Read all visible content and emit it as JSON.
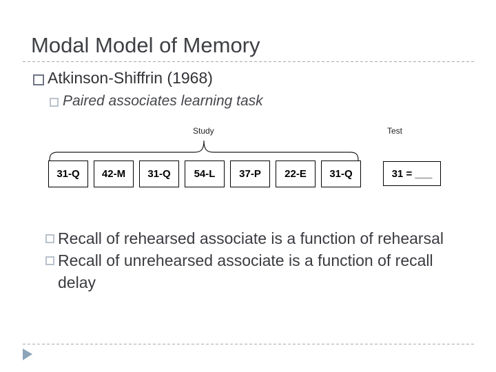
{
  "title": "Modal Model of Memory",
  "bullets": {
    "level1": "Atkinson-Shiffrin (1968)",
    "level2": "Paired associates learning task"
  },
  "diagram": {
    "study_label": "Study",
    "test_label": "Test",
    "study_items": [
      "31-Q",
      "42-M",
      "31-Q",
      "54-L",
      "37-P",
      "22-E",
      "31-Q"
    ],
    "test_item": "31 = ___"
  },
  "notes": [
    "Recall of rehearsed associate is a function of rehearsal",
    "Recall of unrehearsed associate is a function of recall delay"
  ],
  "colors": {
    "title_text": "#3e4045",
    "body_text": "#3a3b40",
    "bullet_level1_border": "#6e7487",
    "bullet_level2_border": "#b9c2cd",
    "divider": "#a3a9ad",
    "box_border": "#000000",
    "footer_arrow": "#8da4b8"
  }
}
